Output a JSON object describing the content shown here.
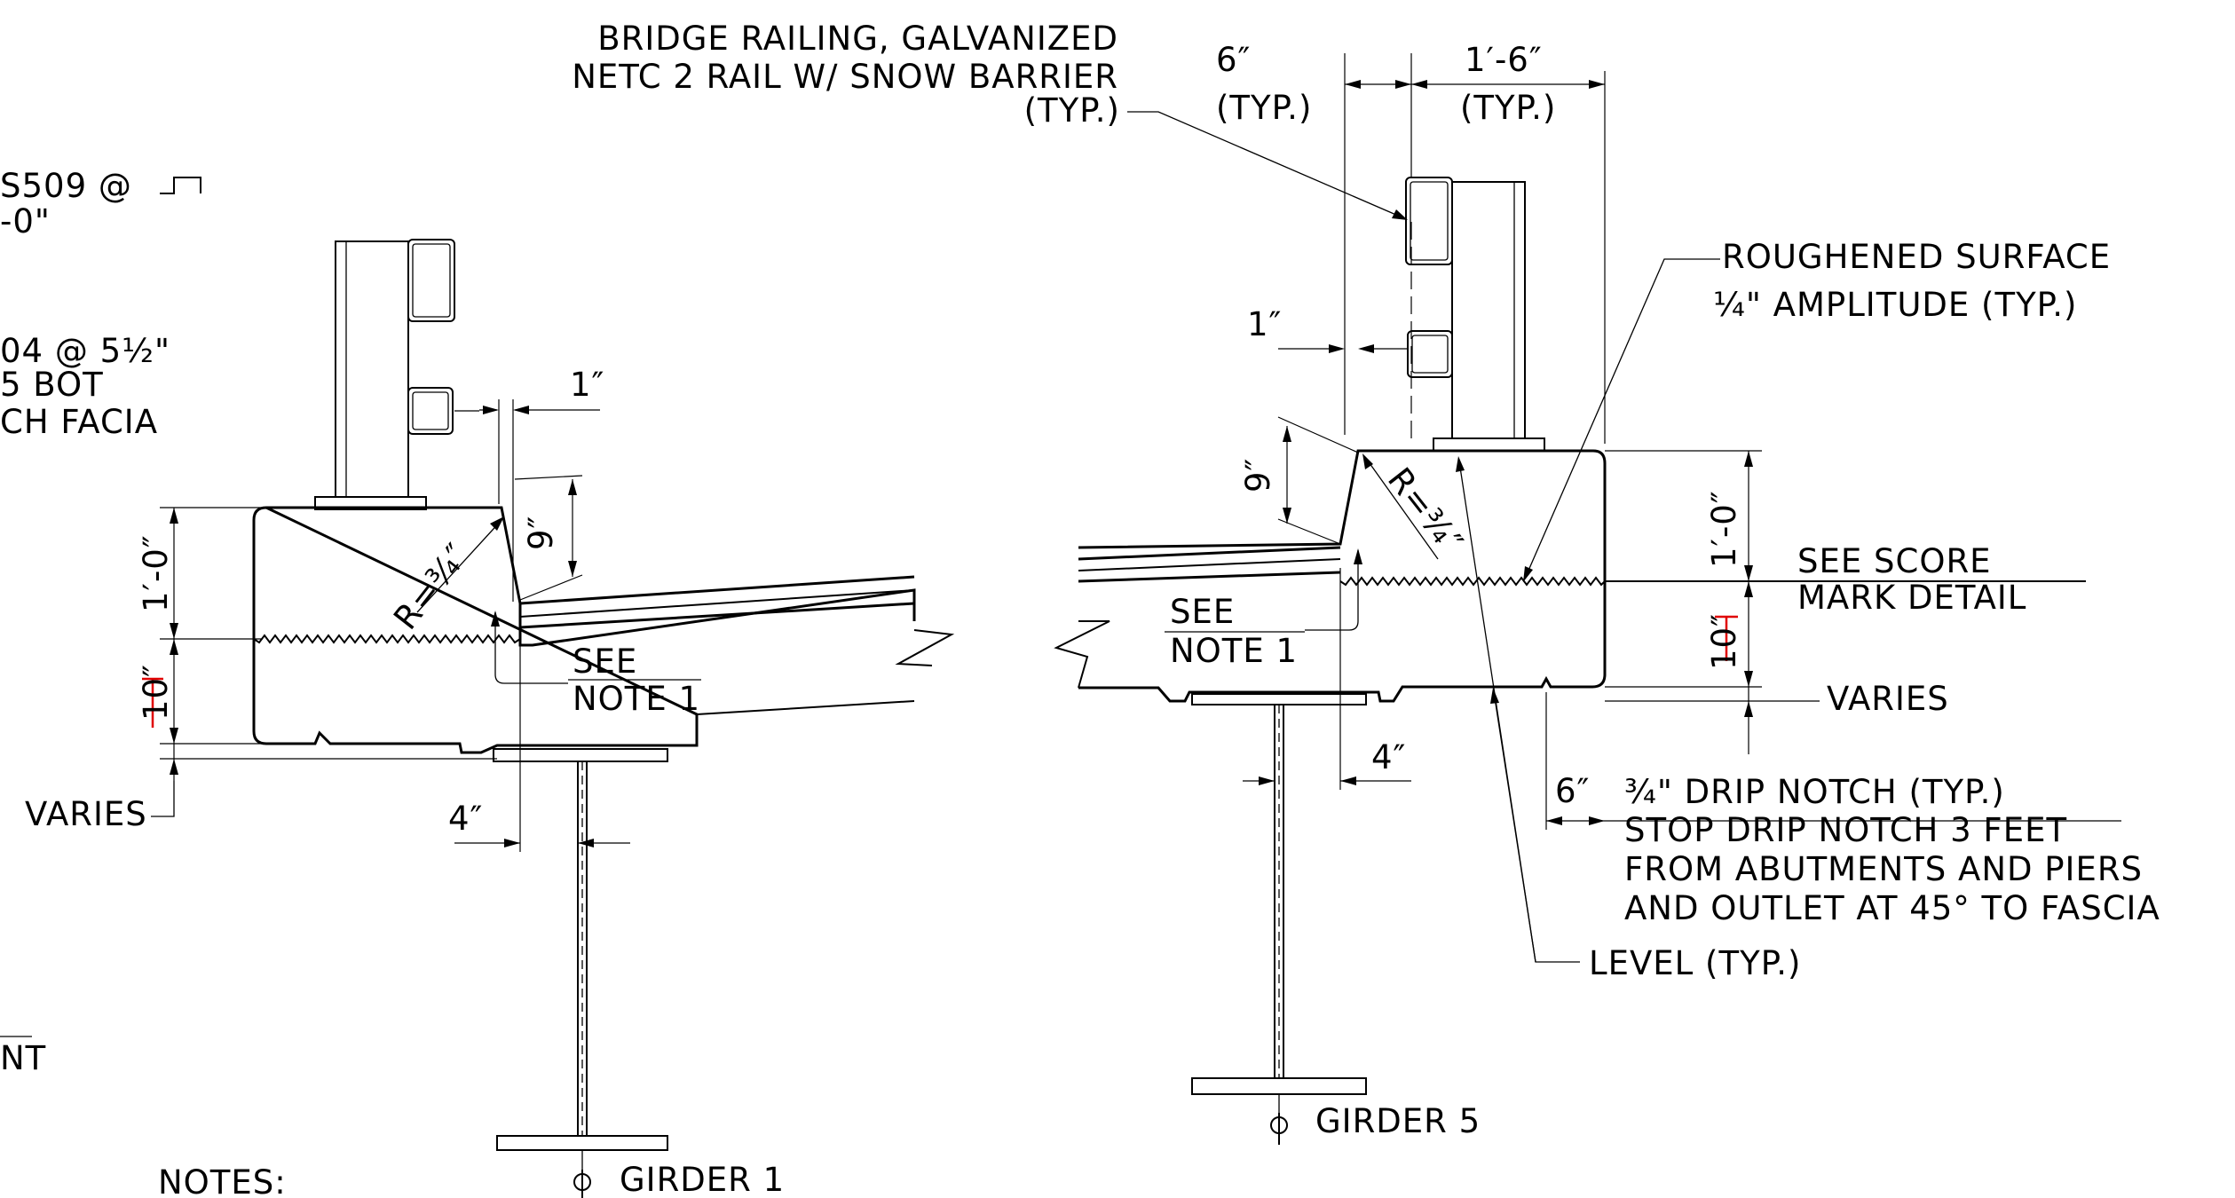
{
  "labels": {
    "railing_line1": "BRIDGE RAILING, GALVANIZED",
    "railing_line2": "NETC 2 RAIL W/ SNOW BARRIER",
    "railing_line3": "(TYP.)",
    "dim_6": "6″",
    "dim_6_typ": "(TYP.)",
    "dim_1_6": "1′-6″",
    "dim_1_6_typ": "(TYP.)",
    "left_bar1": "S509 @",
    "left_bar1b": "-0\"",
    "left_bar2": "04 @ 5½\"",
    "left_bar2b": "5 BOT",
    "left_bar2c": "CH FACIA",
    "left_dim_1in": "1″",
    "left_dim_9in": "9″",
    "left_dim_1_0": "1′-0″",
    "left_dim_10": "10″",
    "left_radius": "R=¾″",
    "left_see": "SEE",
    "left_note": "NOTE 1",
    "left_varies": "VARIES",
    "left_dim_4in": "4″",
    "left_nt": "NT",
    "notes_heading": "NOTES:",
    "girder1": "GIRDER 1",
    "right_dim_1in": "1″",
    "right_dim_9in": "9″",
    "right_radius": "R=¾″",
    "right_see": "SEE",
    "right_note": "NOTE 1",
    "right_dim_4in": "4″",
    "right_dim_1_0": "1′-0″",
    "right_dim_10": "10″",
    "roughened_line1": "ROUGHENED SURFACE",
    "roughened_line2": "¼\" AMPLITUDE (TYP.)",
    "score_line1": "SEE SCORE",
    "score_line2": "MARK DETAIL",
    "right_varies": "VARIES",
    "drip_dim_6": "6″",
    "drip_line1": "¾\" DRIP NOTCH (TYP.)",
    "drip_line2": "STOP DRIP NOTCH 3 FEET",
    "drip_line3": "FROM ABUTMENTS AND PIERS",
    "drip_line4": "AND OUTLET AT 45° TO FASCIA",
    "level": "LEVEL (TYP.)",
    "girder5": "GIRDER 5"
  }
}
